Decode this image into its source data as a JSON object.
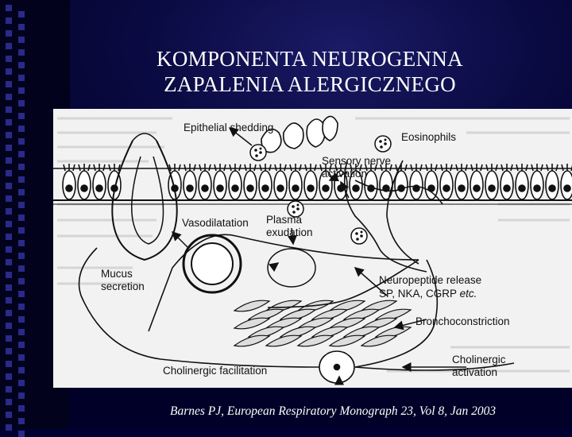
{
  "slide": {
    "title_line1": "KOMPONENTA NEUROGENNA",
    "title_line2": "ZAPALENIA ALERGICZNEGO",
    "citation": "Barnes PJ, European Respiratory Monograph 23, Vol 8, Jan 2003"
  },
  "diagram": {
    "labels": {
      "epithelial_shedding": "Epithelial shedding",
      "eosinophils": "Eosinophils",
      "sensory_nerve_line1": "Sensory nerve",
      "sensory_nerve_line2": "activation",
      "vasodilatation": "Vasodilatation",
      "plasma_line1": "Plasma",
      "plasma_line2": "exudation",
      "mucus_line1": "Mucus",
      "mucus_line2": "secretion",
      "neuropeptide_line1": "Neuropeptide release",
      "neuropeptide_line2": "SP, NKA, CGRP",
      "neuropeptide_etc": "etc.",
      "bronchoconstriction": "Bronchoconstriction",
      "cholinergic_activation_line1": "Cholinergic",
      "cholinergic_activation_line2": "activation",
      "cholinergic_facilitation": "Cholinergic facilitation"
    }
  },
  "colors": {
    "background": "#000033",
    "title_text": "#ffffff",
    "figure_background": "#f2f2f2",
    "ink": "#111111"
  }
}
